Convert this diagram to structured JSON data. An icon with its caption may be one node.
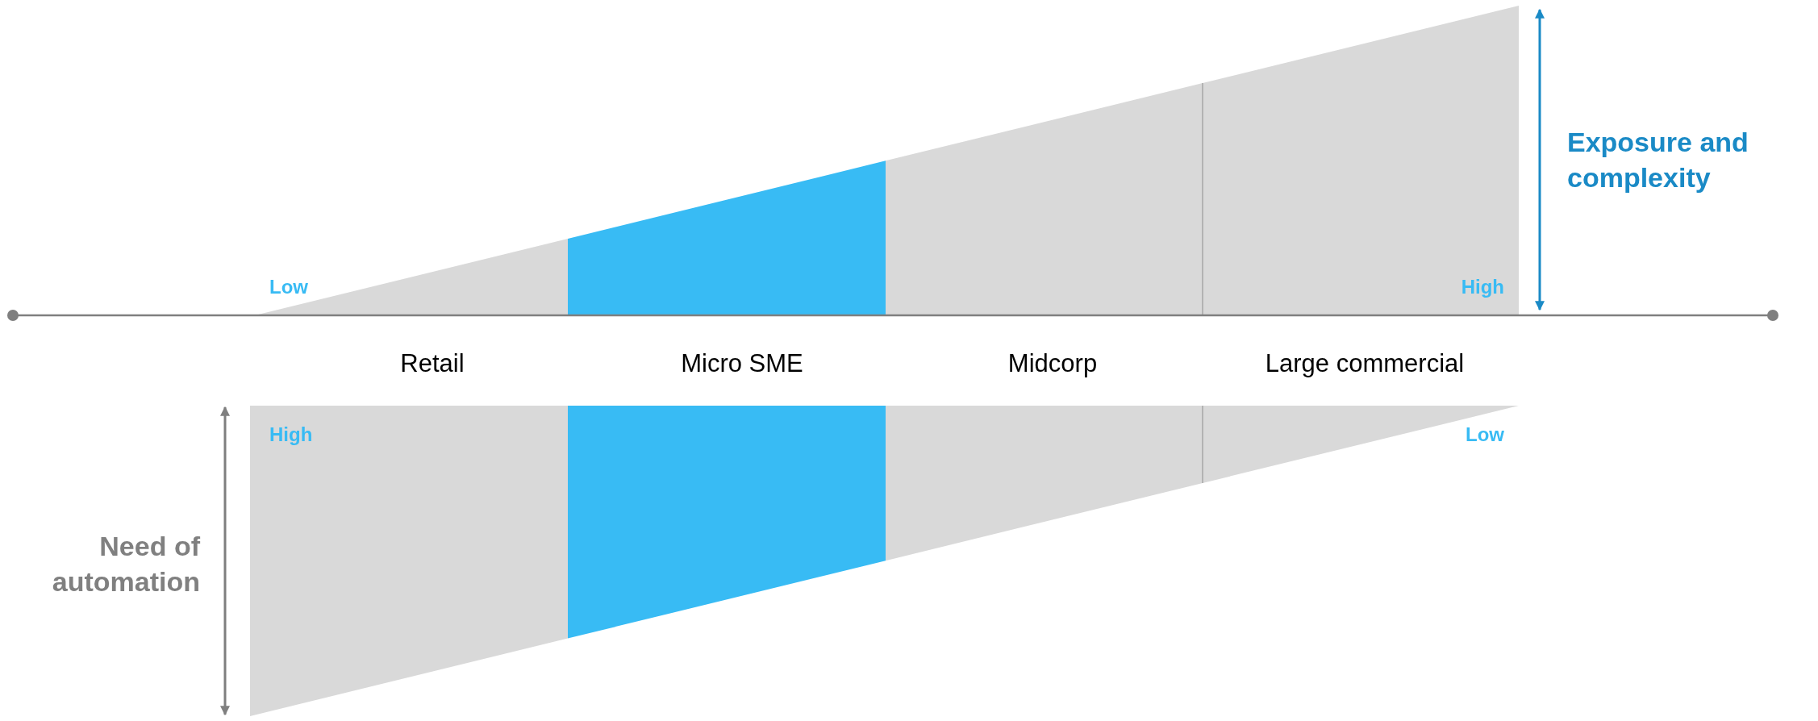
{
  "diagram": {
    "labels": [
      "Exposure and complexity",
      "Low",
      "High",
      "Retail",
      "Micro SME",
      "Midcorp",
      "Large commercial",
      "High",
      "Low",
      "Need of automation"
    ]
  }
}
